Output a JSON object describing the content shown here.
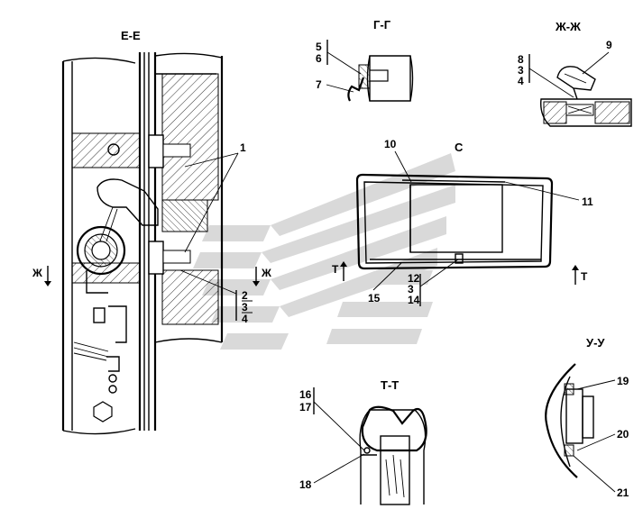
{
  "sections": {
    "ee": "Е-Е",
    "gg": "Г-Г",
    "zhzh": "Ж-Ж",
    "c": "С",
    "uu": "У-У",
    "tt": "Т-Т"
  },
  "cut_marks": {
    "zh_left": "Ж",
    "zh_right": "Ж",
    "t_left": "Т",
    "t_right": "Т"
  },
  "callouts": {
    "n1": "1",
    "n2": "2",
    "n3": "3",
    "n4": "4",
    "n5": "5",
    "n6": "6",
    "n7": "7",
    "n8": "8",
    "n3b": "3",
    "n4b": "4",
    "n9": "9",
    "n10": "10",
    "n11": "11",
    "n12": "12",
    "n3c": "3",
    "n14": "14",
    "n15": "15",
    "n16": "16",
    "n17": "17",
    "n18": "18",
    "n19": "19",
    "n20": "20",
    "n21": "21"
  },
  "watermark": {
    "color": "#d7d7d7"
  }
}
